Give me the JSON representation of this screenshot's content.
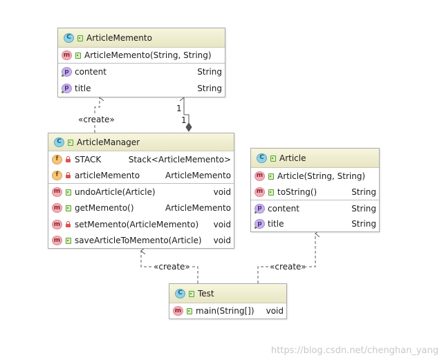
{
  "classes": {
    "article_memento": {
      "kind": "C",
      "name": "ArticleMemento",
      "constructor": "ArticleMemento(String, String)",
      "fields": [
        {
          "kind": "p",
          "name": "content",
          "type": "String"
        },
        {
          "kind": "p",
          "name": "title",
          "type": "String"
        }
      ]
    },
    "article_manager": {
      "kind": "C",
      "name": "ArticleManager",
      "fields": [
        {
          "kind": "f",
          "name": "STACK",
          "type": "Stack<ArticleMemento>"
        },
        {
          "kind": "f",
          "name": "articleMemento",
          "type": "ArticleMemento"
        }
      ],
      "methods": [
        {
          "kind": "m",
          "name": "undoArticle(Article)",
          "type": "void"
        },
        {
          "kind": "m",
          "name": "getMemento()",
          "type": "ArticleMemento"
        },
        {
          "kind": "m",
          "name": "setMemento(ArticleMemento)",
          "type": "void"
        },
        {
          "kind": "m",
          "name": "saveArticleToMemento(Article)",
          "type": "void"
        }
      ]
    },
    "article": {
      "kind": "C",
      "name": "Article",
      "methods": [
        {
          "kind": "m",
          "name": "Article(String, String)",
          "type": ""
        },
        {
          "kind": "m",
          "name": "toString()",
          "type": "String"
        }
      ],
      "fields": [
        {
          "kind": "p",
          "name": "content",
          "type": "String"
        },
        {
          "kind": "p",
          "name": "title",
          "type": "String"
        }
      ]
    },
    "test": {
      "kind": "C",
      "name": "Test",
      "methods": [
        {
          "kind": "m",
          "name": "main(String[])",
          "type": "void"
        }
      ]
    }
  },
  "relations": {
    "create_label": "«create»",
    "mult_source": "1",
    "mult_target": "1"
  },
  "watermark": "https://blog.csdn.net/chenghan_yang",
  "colors": {
    "header_top": "#f7f5de",
    "header_bottom": "#e8e6c3",
    "line": "#555555",
    "border": "#a9a9a9"
  }
}
